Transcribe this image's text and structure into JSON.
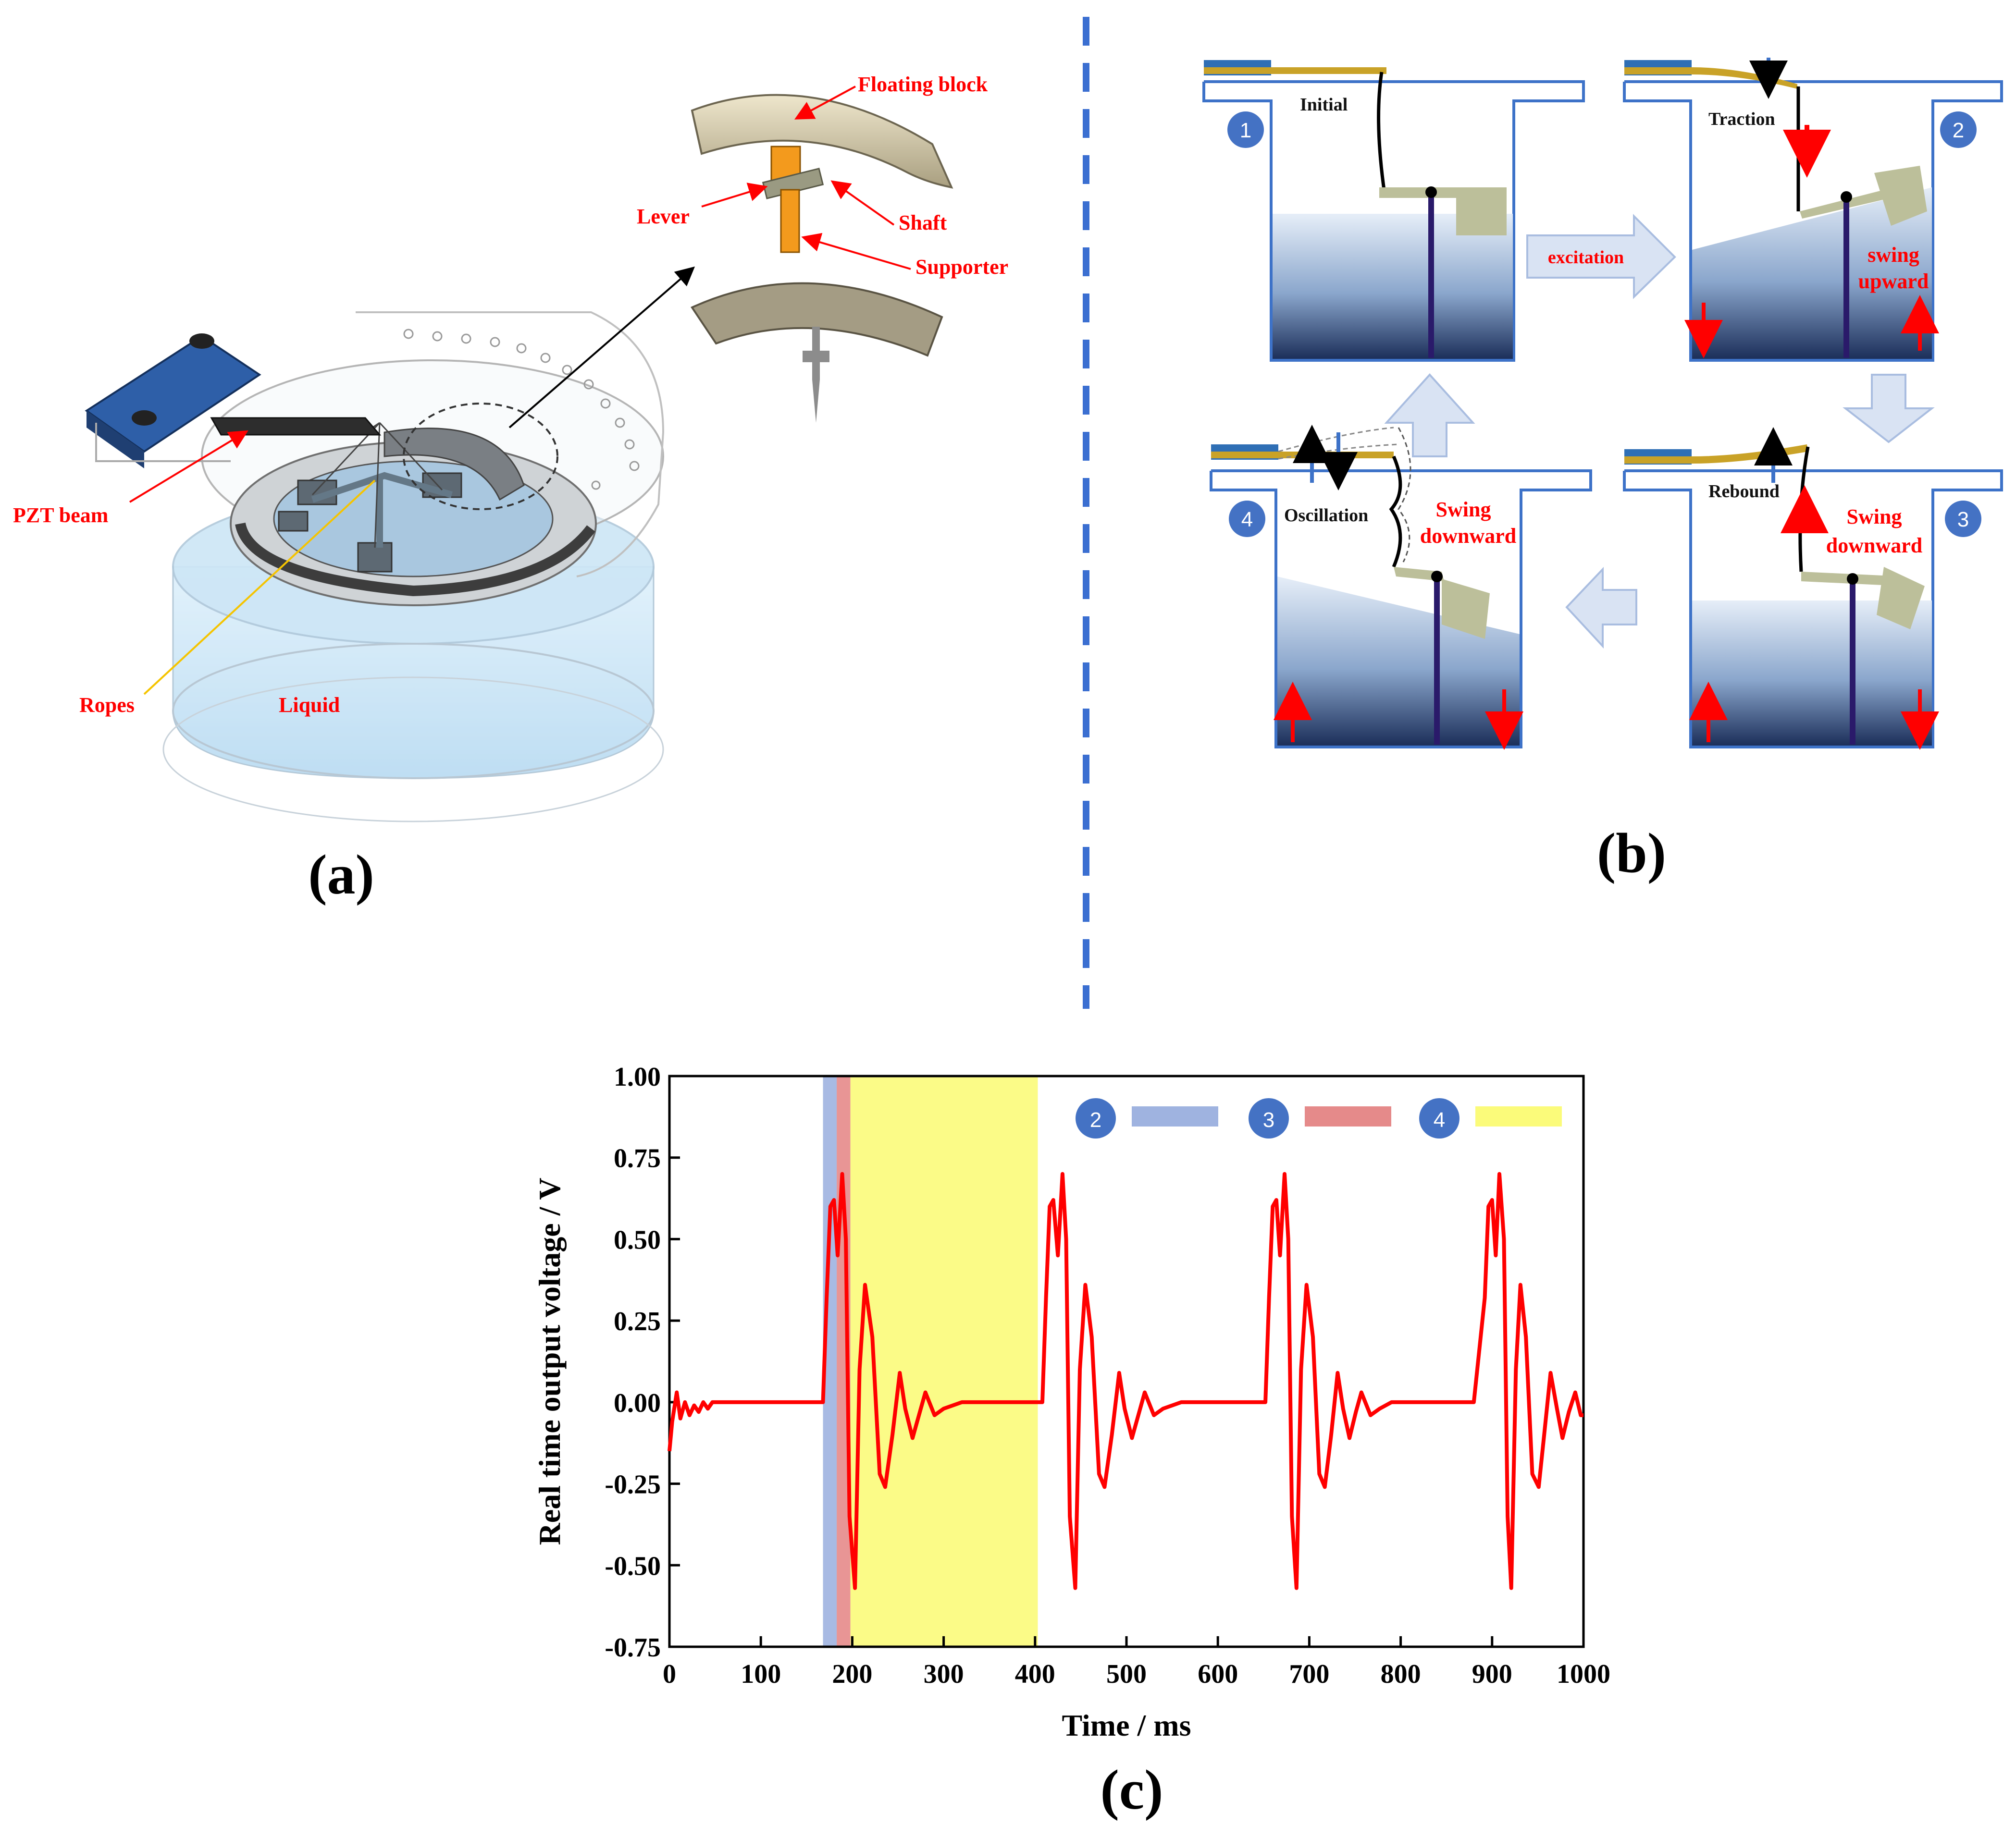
{
  "panel_a": {
    "label": "(a)",
    "labels": {
      "floating_block": "Floating block",
      "lever": "Lever",
      "shaft": "Shaft",
      "supporter": "Supporter",
      "pzt_beam": "PZT beam",
      "ropes": "Ropes",
      "liquid": "Liquid"
    }
  },
  "panel_b": {
    "label": "(b)",
    "excitation": "excitation",
    "steps": [
      {
        "num": "1",
        "title": "Initial"
      },
      {
        "num": "2",
        "title": "Traction",
        "motion_l1": "swing",
        "motion_l2": "upward"
      },
      {
        "num": "3",
        "title": "Rebound",
        "motion_l1": "Swing",
        "motion_l2": "downward"
      },
      {
        "num": "4",
        "title": "Oscillation",
        "motion_l1": "Swing",
        "motion_l2": "downward"
      }
    ]
  },
  "panel_c": {
    "label": "(c)"
  },
  "colors": {
    "accent_red": "#ff0000",
    "badge_blue": "#4472c4",
    "dashed_divider": "#3b6fd1",
    "band_2": "#9fb3e0",
    "band_3": "#e58a8a",
    "band_4": "#fbfb7a"
  },
  "chart_data": {
    "type": "line",
    "xlabel": "Time / ms",
    "ylabel": "Real time output voltage / V",
    "xlim": [
      0,
      1000
    ],
    "ylim": [
      -0.75,
      1.0
    ],
    "xticks": [
      0,
      100,
      200,
      300,
      400,
      500,
      600,
      700,
      800,
      900,
      1000
    ],
    "yticks": [
      -0.75,
      -0.5,
      -0.25,
      0.0,
      0.25,
      0.5,
      0.75,
      1.0
    ],
    "ytick_labels": [
      "-0.75",
      "-0.50",
      "-0.25",
      "0.00",
      "0.25",
      "0.50",
      "0.75",
      "1.00"
    ],
    "legend": [
      {
        "num": "2",
        "color": "#9fb3e0"
      },
      {
        "num": "3",
        "color": "#e58a8a"
      },
      {
        "num": "4",
        "color": "#fbfb7a"
      }
    ],
    "bands": [
      {
        "step": "2",
        "x0": 168,
        "x1": 183,
        "color": "#9fb3e0"
      },
      {
        "step": "3",
        "x0": 183,
        "x1": 198,
        "color": "#e58a8a"
      },
      {
        "step": "4",
        "x0": 198,
        "x1": 403,
        "color": "#fbfb7a"
      }
    ],
    "series": [
      {
        "color": "#ff0000",
        "x": [
          0,
          3,
          8,
          12,
          17,
          22,
          27,
          32,
          37,
          42,
          47,
          55,
          100,
          150,
          168,
          172,
          176,
          180,
          184,
          189,
          193,
          197,
          203,
          208,
          214,
          222,
          230,
          236,
          244,
          252,
          258,
          266,
          274,
          280,
          290,
          300,
          320,
          350,
          380,
          403,
          408,
          412,
          416,
          420,
          425,
          430,
          434,
          438,
          444,
          449,
          455,
          462,
          470,
          476,
          484,
          492,
          498,
          506,
          514,
          520,
          530,
          540,
          560,
          600,
          640,
          652,
          656,
          660,
          664,
          668,
          673,
          677,
          681,
          686,
          691,
          697,
          704,
          711,
          717,
          724,
          731,
          737,
          744,
          751,
          757,
          767,
          777,
          790,
          840,
          880,
          892,
          896,
          900,
          904,
          908,
          913,
          917,
          921,
          926,
          931,
          937,
          944,
          951,
          957,
          964,
          971,
          977,
          984,
          991,
          997,
          1000
        ],
        "y": [
          -0.15,
          -0.06,
          0.03,
          -0.05,
          0.0,
          -0.04,
          -0.01,
          -0.03,
          -0.0,
          -0.02,
          0.0,
          0.0,
          0.0,
          0.0,
          0.0,
          0.32,
          0.6,
          0.62,
          0.45,
          0.7,
          0.5,
          -0.35,
          -0.57,
          0.1,
          0.36,
          0.2,
          -0.22,
          -0.26,
          -0.1,
          0.09,
          -0.02,
          -0.11,
          -0.03,
          0.03,
          -0.04,
          -0.02,
          0.0,
          0.0,
          0.0,
          0.0,
          0.0,
          0.32,
          0.6,
          0.62,
          0.45,
          0.7,
          0.5,
          -0.35,
          -0.57,
          0.1,
          0.36,
          0.2,
          -0.22,
          -0.26,
          -0.1,
          0.09,
          -0.02,
          -0.11,
          -0.03,
          0.03,
          -0.04,
          -0.02,
          0.0,
          0.0,
          0.0,
          0.0,
          0.32,
          0.6,
          0.62,
          0.45,
          0.7,
          0.5,
          -0.35,
          -0.57,
          0.1,
          0.36,
          0.2,
          -0.22,
          -0.26,
          -0.1,
          0.09,
          -0.02,
          -0.11,
          -0.03,
          0.03,
          -0.04,
          -0.02,
          0.0,
          0.0,
          0.0,
          0.32,
          0.6,
          0.62,
          0.45,
          0.7,
          0.5,
          -0.35,
          -0.57,
          0.1,
          0.36,
          0.2,
          -0.22,
          -0.26,
          -0.1,
          0.09,
          -0.02,
          -0.11,
          -0.03,
          0.03,
          -0.04,
          -0.04
        ]
      }
    ]
  }
}
